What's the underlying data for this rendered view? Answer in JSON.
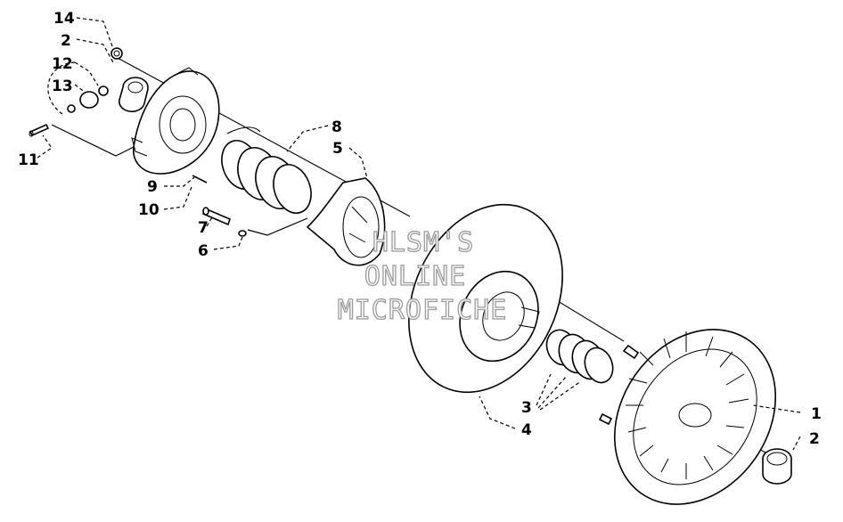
{
  "diagram": {
    "callouts": [
      "14",
      "2",
      "12",
      "13",
      "11",
      "9",
      "10",
      "7",
      "6",
      "8",
      "5",
      "3",
      "4",
      "1",
      "2"
    ]
  },
  "watermark": {
    "lines": [
      "HLSM'S",
      "ONLINE",
      "MICROFICHE"
    ]
  }
}
